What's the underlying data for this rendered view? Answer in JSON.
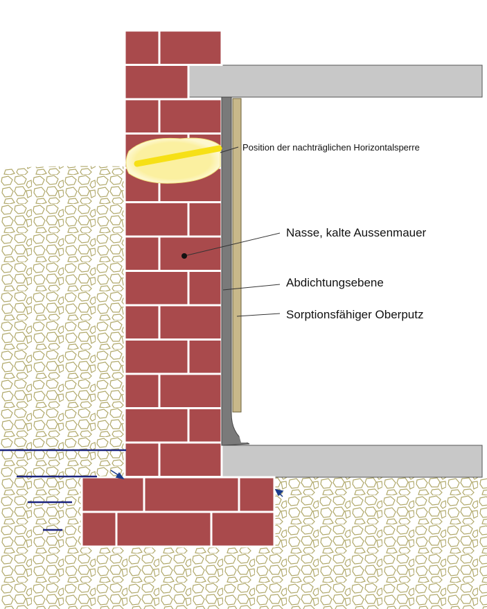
{
  "labels": {
    "horizontal_barrier": "Position der nachträglichen Horizontalsperre",
    "wet_wall": "Nasse, kalte Aussenmauer",
    "sealing_plane": "Abdichtungsebene",
    "sorptive_plaster": "Sorptionsfähiger Oberputz"
  },
  "colors": {
    "brick": "#a94a4c",
    "mortar": "#ffffff",
    "concrete_slab": "#c8c8c8",
    "sealing_layer": "#7a7a7a",
    "plaster": "#c8b88a",
    "soil_stones": "#b0a86a",
    "barrier_band": "#f6e016",
    "barrier_halo": "#fbf0a0",
    "groundwater": "#1a237e",
    "moisture_arrow": "#1a3c8c"
  }
}
